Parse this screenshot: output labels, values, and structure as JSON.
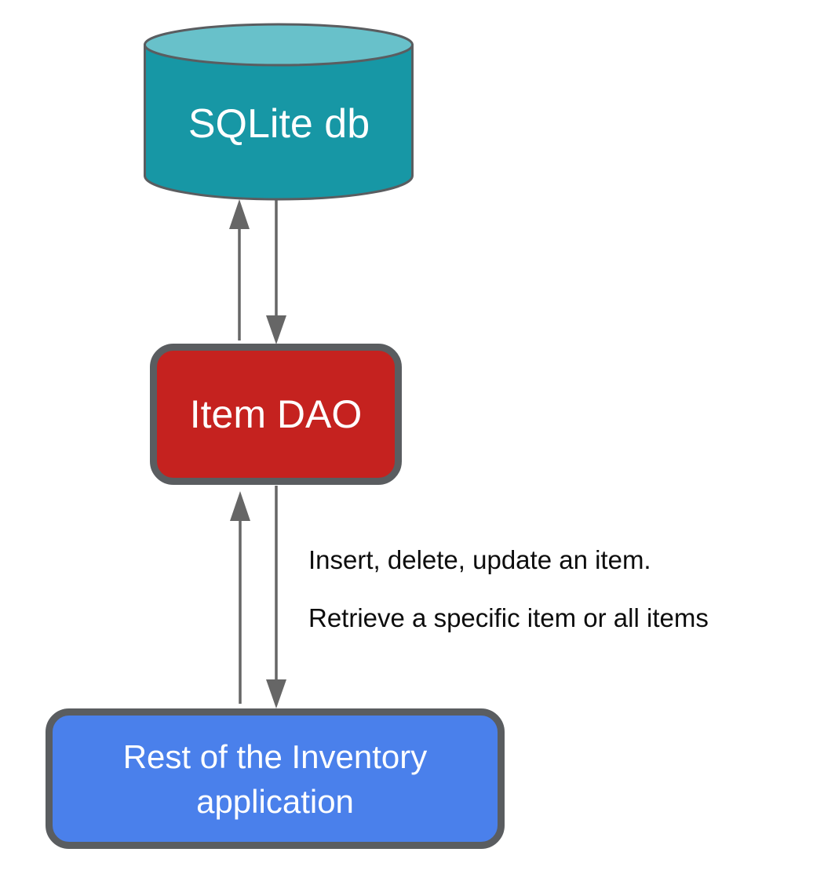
{
  "diagram": {
    "title": "Item DAO architecture diagram",
    "background_color": "#ffffff",
    "border_color": "#5a5d60",
    "arrow_color": "#666666",
    "nodes": {
      "database": {
        "label": "SQLite db",
        "shape": "cylinder",
        "body_fill": "#1797a5",
        "top_fill": "#68c1ca",
        "text_color": "#ffffff"
      },
      "dao": {
        "label": "Item DAO",
        "shape": "rounded-rectangle",
        "fill": "#c5221f",
        "text_color": "#ffffff"
      },
      "app": {
        "label": "Rest of the Inventory application",
        "shape": "rounded-rectangle",
        "fill": "#4a80eb",
        "text_color": "#ffffff"
      }
    },
    "edges": {
      "db_dao": {
        "description": "bidirectional arrows between SQLite db and Item DAO",
        "annotation": ""
      },
      "dao_app": {
        "description": "bidirectional arrows between Item DAO and Rest of the Inventory application",
        "annotation_line1": "Insert, delete, update an item.",
        "annotation_line2": "Retrieve a specific item or all items"
      }
    }
  }
}
